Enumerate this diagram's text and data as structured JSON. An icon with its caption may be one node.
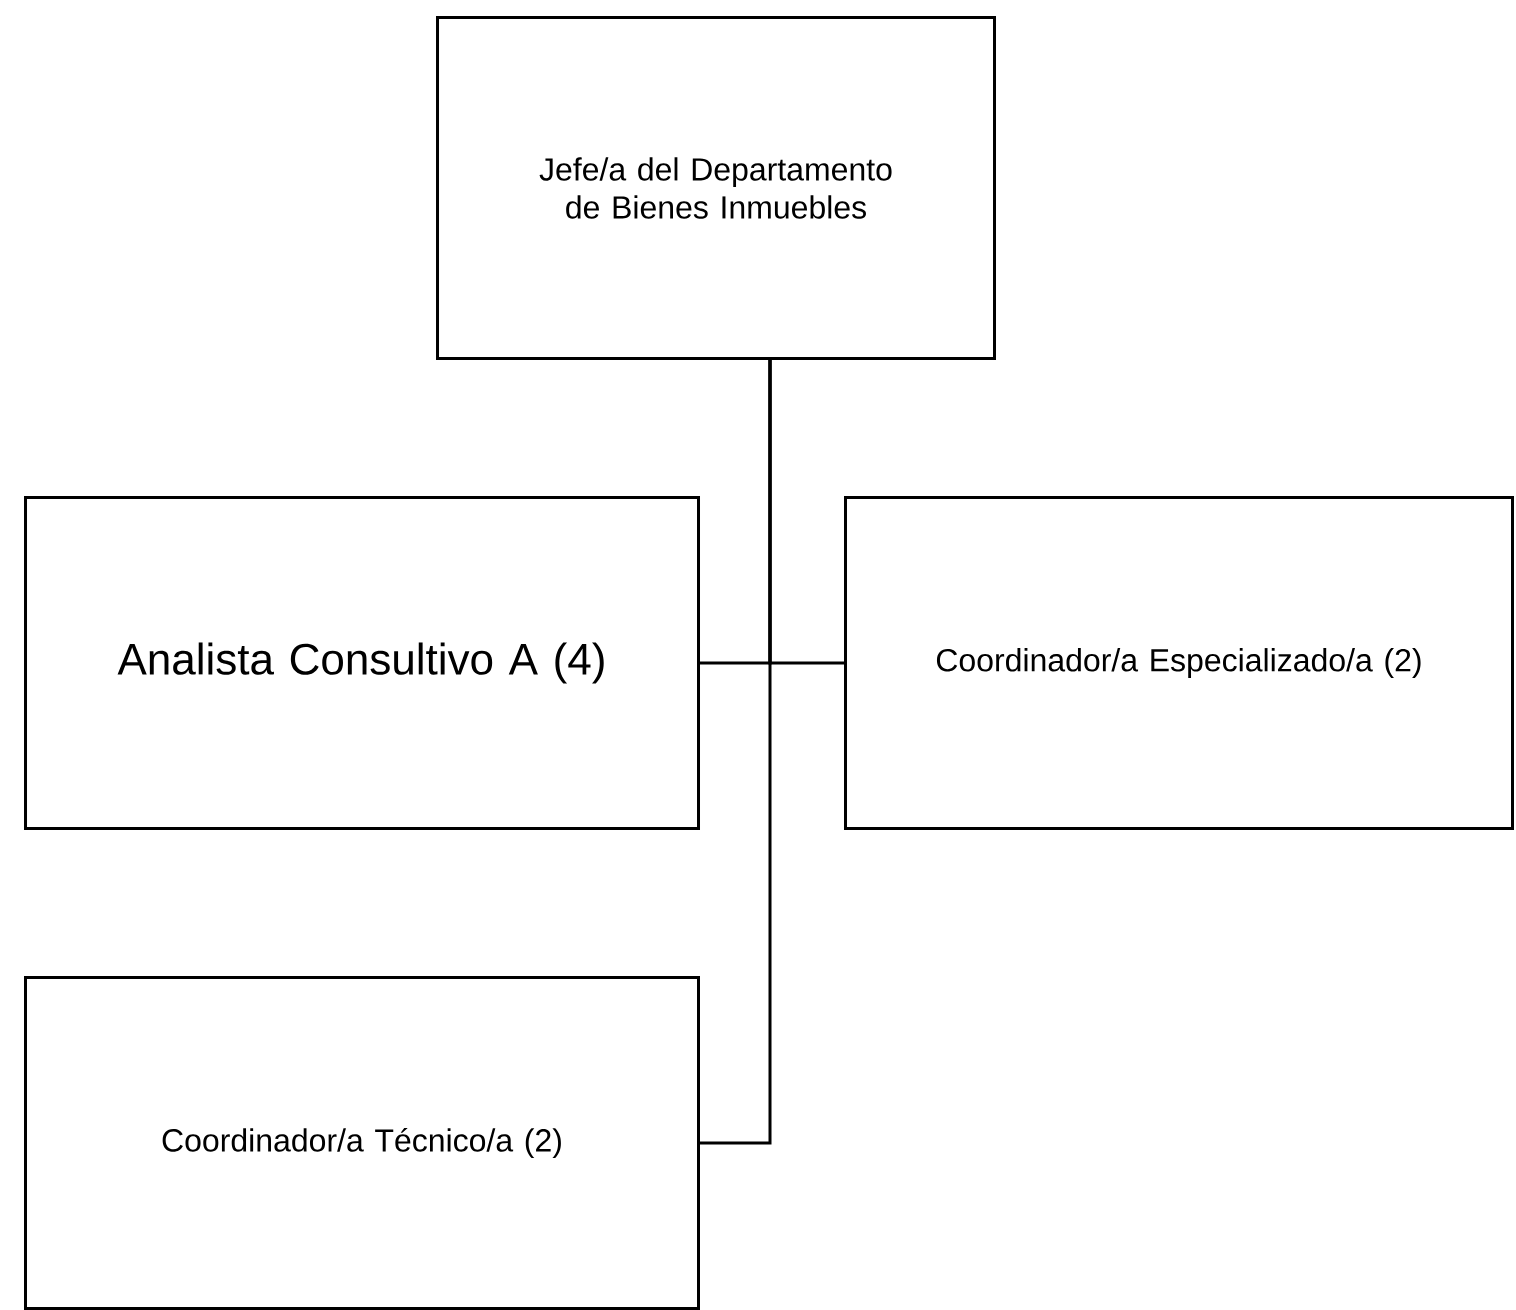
{
  "diagram": {
    "nodes": [
      {
        "text": [
          "Jefe/a del Departamento de Bienes Inmuebles"
        ]
      },
      {
        "text": [
          "Analista Consultivo A (4)"
        ]
      },
      {
        "text": [
          "Coordinador/a Especializado/a (2)"
        ]
      },
      {
        "text": [
          "Coordinador/a Técnico/a (2)"
        ]
      }
    ],
    "edges": [
      {
        "from": 0,
        "to": 1,
        "arrow": "none"
      },
      {
        "from": 0,
        "to": 2,
        "arrow": "none"
      },
      {
        "from": 0,
        "to": 3,
        "arrow": "none"
      }
    ]
  }
}
